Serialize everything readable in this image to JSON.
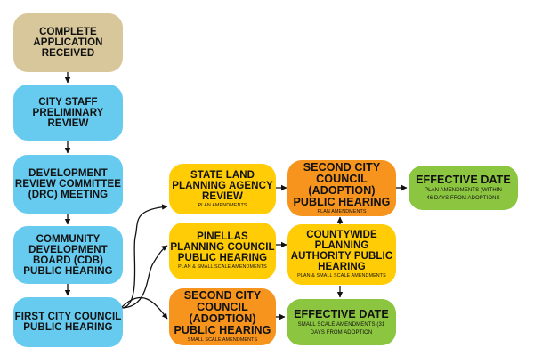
{
  "colors": {
    "tan": "#d8c79a",
    "blue": "#67cbf0",
    "yellow": "#ffcc05",
    "orange": "#f7941d",
    "green": "#8cc540",
    "arrow": "#111111"
  },
  "nodes": {
    "complete_application": {
      "title": "COMPLETE APPLICATION RECEIVED"
    },
    "staff_review": {
      "title": "CITY STAFF PRELIMINARY REVIEW"
    },
    "drc_meeting": {
      "title": "DEVELOPMENT REVIEW COMMITTEE (DRC) MEETING"
    },
    "cdb_hearing": {
      "title": "COMMUNITY DEVELOPMENT BOARD (CDB) PUBLIC HEARING"
    },
    "first_council": {
      "title": "FIRST CITY COUNCIL PUBLIC HEARING"
    },
    "state_review": {
      "title": "STATE LAND PLANNING AGENCY REVIEW",
      "note": "PLAN AMENDMENTS"
    },
    "pinellas_council": {
      "title": "PINELLAS PLANNING COUNCIL PUBLIC HEARING",
      "note": "PLAN & SMALL SCALE AMENDMENTS"
    },
    "second_council_small": {
      "title": "SECOND CITY COUNCIL (ADOPTION) PUBLIC HEARING",
      "note": "SMALL SCALE AMENDMENTS"
    },
    "second_council_plan": {
      "title": "SECOND CITY COUNCIL (ADOPTION) PUBLIC HEARING",
      "note": "PLAN AMENDMENTS"
    },
    "countywide_authority": {
      "title": "COUNTYWIDE PLANNING AUTHORITY PUBLIC HEARING",
      "note": "PLAN & SMALL SCALE AMENDMENTS"
    },
    "effective_plan": {
      "title": "EFFECTIVE DATE",
      "note": "PLAN AMENDMENTS (WITHIN 46 DAYS FROM ADOPTIONS"
    },
    "effective_small": {
      "title": "EFFECTIVE DATE",
      "note": "SMALL SCALE AMENDMENTS (31 DAYS FROM ADOPTION"
    }
  }
}
